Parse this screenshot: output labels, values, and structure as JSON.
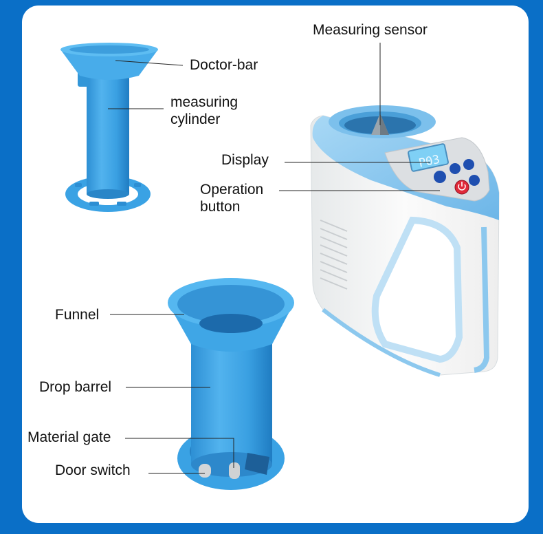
{
  "labels": {
    "measuring_sensor": "Measuring sensor",
    "doctor_bar": "Doctor-bar",
    "measuring_cylinder_line1": "measuring",
    "measuring_cylinder_line2": "cylinder",
    "display": "Display",
    "operation_button_line1": "Operation",
    "operation_button_line2": "button",
    "funnel": "Funnel",
    "drop_barrel": "Drop barrel",
    "material_gate": "Material gate",
    "door_switch": "Door switch"
  },
  "lcd_reading": "P03",
  "colors": {
    "background": "#0a6fc7",
    "card": "#ffffff",
    "plastic_blue": "#3fa6e6",
    "device_blue": "#8cc8ee",
    "device_body": "#f4f5f4",
    "lcd": "#7fd0f5",
    "power_button": "#e02a3a"
  }
}
